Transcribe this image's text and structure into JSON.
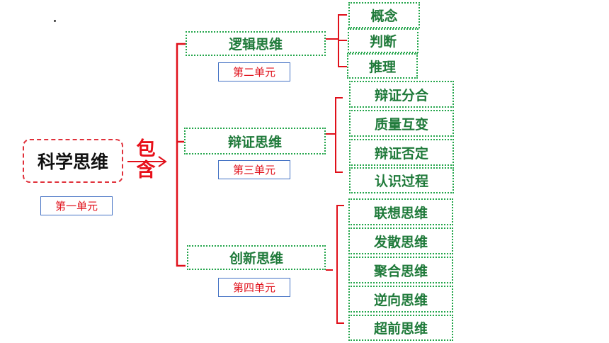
{
  "root": {
    "label": "科学思维",
    "unit": "第一单元"
  },
  "connector": {
    "chars": [
      "包",
      "含"
    ]
  },
  "categories": [
    {
      "label": "逻辑思维",
      "unit": "第二单元",
      "items": [
        "概念",
        "判断",
        "推理"
      ]
    },
    {
      "label": "辩证思维",
      "unit": "第三单元",
      "items": [
        "辩证分合",
        "质量互变",
        "辩证否定",
        "认识过程"
      ]
    },
    {
      "label": "创新思维",
      "unit": "第四单元",
      "items": [
        "联想思维",
        "发散思维",
        "聚合思维",
        "逆向思维",
        "超前思维"
      ]
    }
  ],
  "colors": {
    "bracket": "#e0101a",
    "box_border": "#22a54a",
    "unit_border": "#4472c4",
    "unit_text": "#e0101a"
  }
}
